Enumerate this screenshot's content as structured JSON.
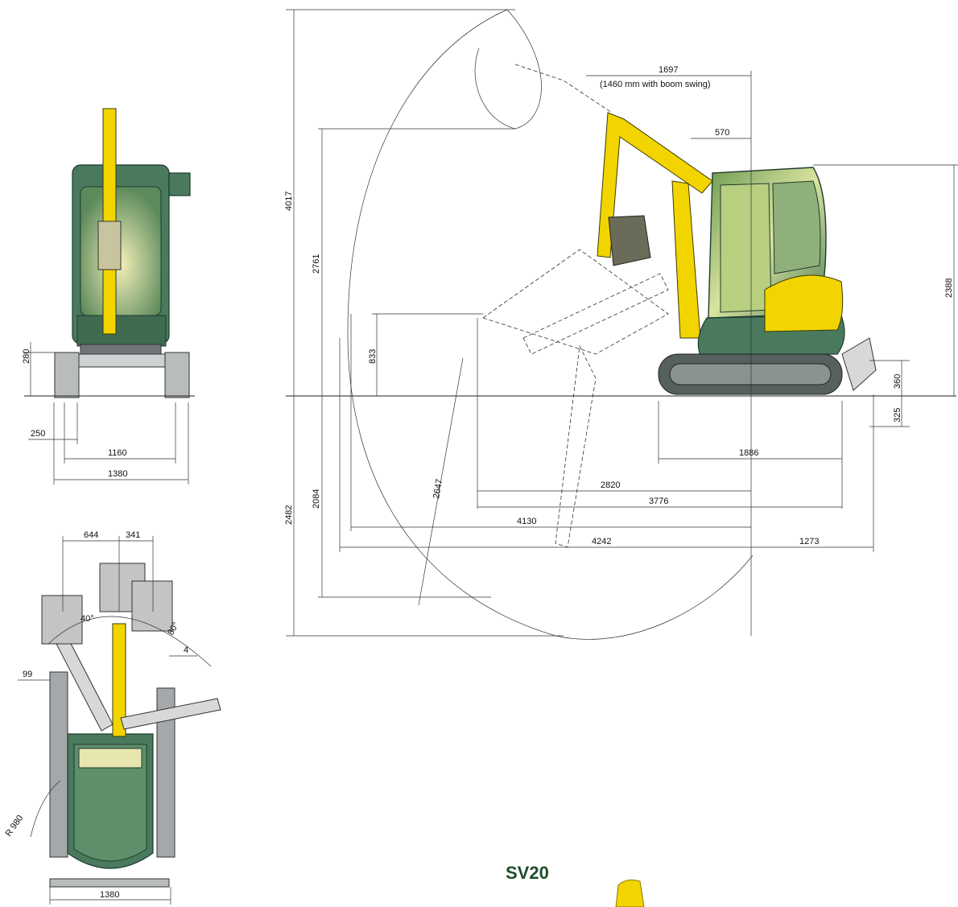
{
  "model_name": "SV20",
  "side_view": {
    "height_overall": "4017",
    "max_dig_height": "2761",
    "max_dump_height": "833",
    "cabin_height": "2388",
    "blade_lift": "360",
    "blade_depth": "325",
    "rear_radius": "570",
    "boom_offset": "1697",
    "boom_swing_note": "(1460 mm with boom swing)",
    "track_length": "1886",
    "dig_depth": "2482",
    "dig_depth_flat": "2084",
    "vertical_wall_depth": "2647",
    "reach_ground_a": "2820",
    "reach_ground_b": "3776",
    "reach_max": "4130",
    "reach_total": "4242",
    "front_to_blade": "1273"
  },
  "front_view": {
    "track_height": "280",
    "blade_overhang": "250",
    "track_gauge": "1160",
    "width": "1380"
  },
  "top_view": {
    "offset_left": "644",
    "offset_right": "341",
    "swing_left": "40°",
    "swing_right": "80°",
    "side_gap": "4",
    "left_gap": "99",
    "tail_radius": "R 980",
    "width": "1380"
  }
}
